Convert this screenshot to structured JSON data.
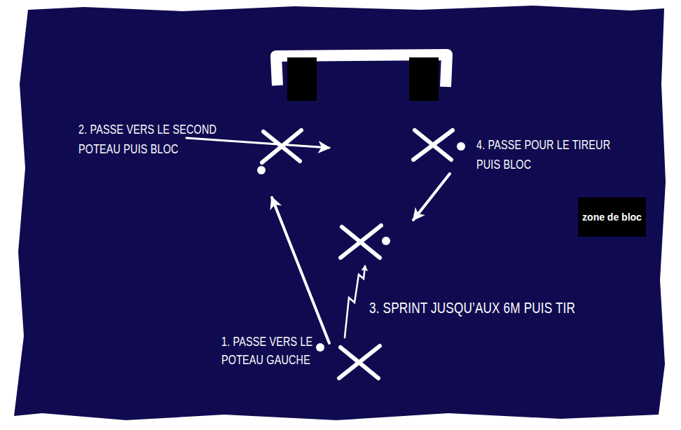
{
  "diagram": {
    "nodes": [
      {
        "text": [
          "zone de bloc"
        ]
      }
    ],
    "labels": [
      "2. PASSE VERS LE SECOND POTEAU PUIS BLOC",
      "4. PASSE POUR LE TIREUR PUIS BLOC",
      "3. SPRINT JUSQU’AUX 6M PUIS TIR",
      "1. PASSE VERS LE POTEAU GAUCHE"
    ]
  }
}
